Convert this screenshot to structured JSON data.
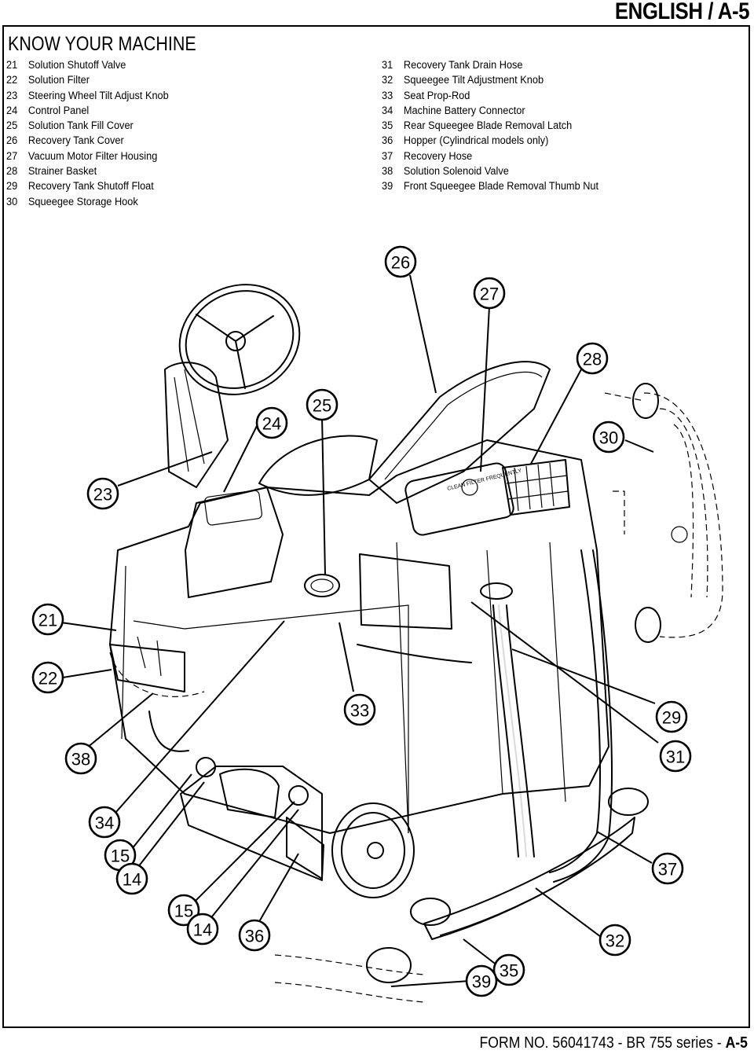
{
  "header": {
    "title": "ENGLISH / A-5"
  },
  "section_title": "KNOW YOUR MACHINE",
  "legend_left": [
    {
      "num": "21",
      "label": "Solution Shutoff Valve"
    },
    {
      "num": "22",
      "label": "Solution Filter"
    },
    {
      "num": "23",
      "label": "Steering Wheel Tilt Adjust Knob"
    },
    {
      "num": "24",
      "label": "Control Panel"
    },
    {
      "num": "25",
      "label": "Solution Tank Fill Cover"
    },
    {
      "num": "26",
      "label": "Recovery Tank Cover"
    },
    {
      "num": "27",
      "label": "Vacuum Motor Filter Housing"
    },
    {
      "num": "28",
      "label": "Strainer Basket"
    },
    {
      "num": "29",
      "label": "Recovery Tank Shutoff Float"
    },
    {
      "num": "30",
      "label": "Squeegee Storage Hook"
    }
  ],
  "legend_right": [
    {
      "num": "31",
      "label": "Recovery Tank Drain Hose"
    },
    {
      "num": "32",
      "label": "Squeegee Tilt Adjustment Knob"
    },
    {
      "num": "33",
      "label": "Seat Prop-Rod"
    },
    {
      "num": "34",
      "label": "Machine Battery Connector"
    },
    {
      "num": "35",
      "label": "Rear Squeegee Blade Removal Latch"
    },
    {
      "num": "36",
      "label": "Hopper (Cylindrical models only)"
    },
    {
      "num": "37",
      "label": "Recovery Hose"
    },
    {
      "num": "38",
      "label": "Solution Solenoid Valve"
    },
    {
      "num": "39",
      "label": "Front Squeegee Blade Removal Thumb Nut"
    }
  ],
  "callouts": [
    "26",
    "27",
    "28",
    "30",
    "24",
    "25",
    "23",
    "21",
    "22",
    "33",
    "29",
    "38",
    "31",
    "34",
    "15",
    "14",
    "37",
    "15",
    "14",
    "36",
    "32",
    "35",
    "39"
  ],
  "diagram_inner_text": [
    "CLEAN FILTER FREQUENTLY"
  ],
  "footer": {
    "prefix": "FORM NO. 56041743 - BR 755 series - ",
    "page": "A-5"
  }
}
